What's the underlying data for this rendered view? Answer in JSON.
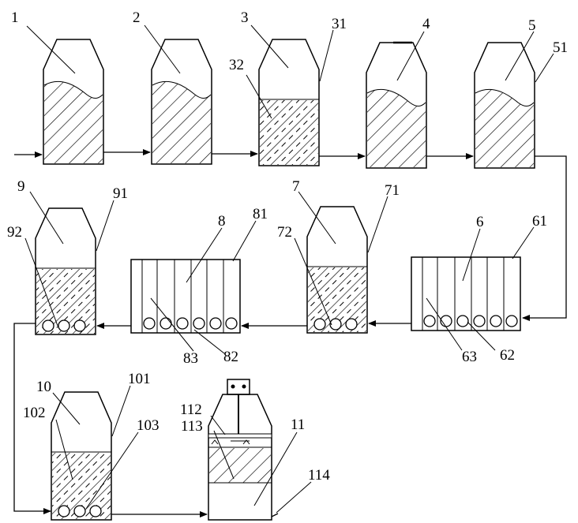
{
  "labels": {
    "l1": "1",
    "l2": "2",
    "l3": "3",
    "l31": "31",
    "l32": "32",
    "l4": "4",
    "l5": "5",
    "l51": "51",
    "l6": "6",
    "l61": "61",
    "l62": "62",
    "l63": "63",
    "l7": "7",
    "l71": "71",
    "l72": "72",
    "l8": "8",
    "l81": "81",
    "l82": "82",
    "l83": "83",
    "l9": "9",
    "l91": "91",
    "l92": "92",
    "l10": "10",
    "l101": "101",
    "l102": "102",
    "l103": "103",
    "l11": "11",
    "l112": "112",
    "l113": "113",
    "l114": "114"
  }
}
